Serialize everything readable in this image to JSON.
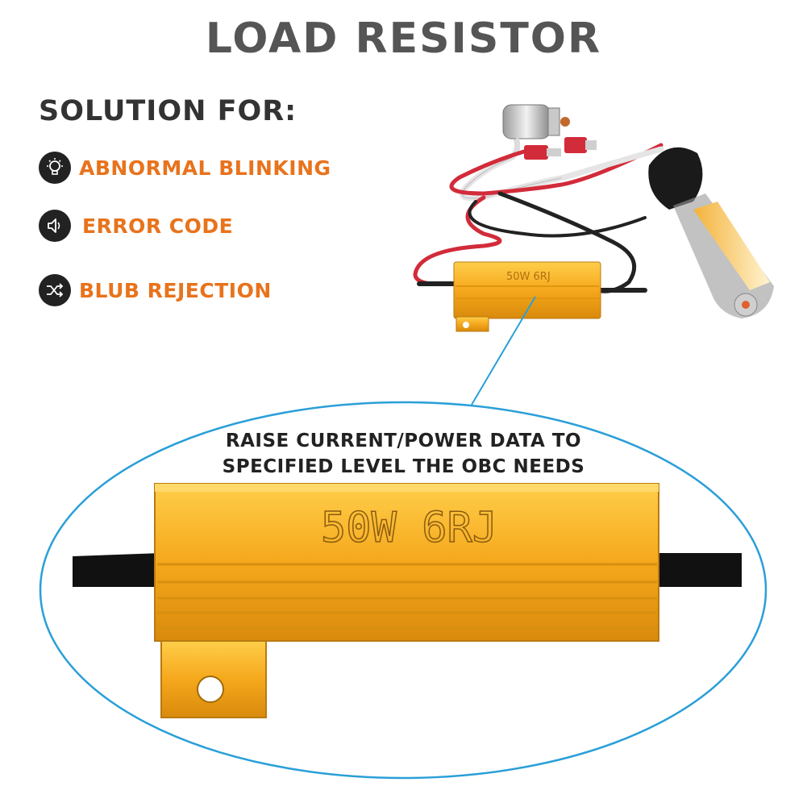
{
  "title": "LOAD RESISTOR",
  "subtitle": "SOLUTION FOR:",
  "features": [
    {
      "label": "ABNORMAL BLINKING",
      "icon": "lightbulb-icon"
    },
    {
      "label": "ERROR CODE",
      "icon": "speaker-icon"
    },
    {
      "label": "BLUB REJECTION",
      "icon": "shuffle-icon"
    }
  ],
  "resistor_marking": "50W 6RJ",
  "callout": {
    "line1": "RAISE CURRENT/POWER DATA TO",
    "line2": "SPECIFIED LEVEL THE OBC NEEDS"
  },
  "colors": {
    "accent": "#e8731c",
    "title_gray": "#555555",
    "callout_outline": "#2a9fd8",
    "resistor_gold": "#f5a81c"
  }
}
